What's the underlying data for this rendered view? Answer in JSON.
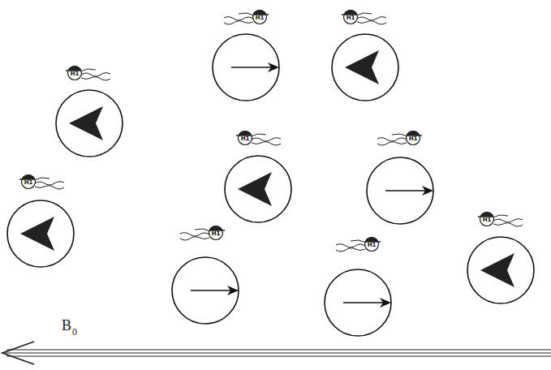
{
  "diagram": {
    "labels": [
      "H1",
      "H1",
      "H1",
      "H1",
      "H1",
      "H1",
      "H1",
      "H1",
      "H1",
      "B",
      "0"
    ]
  }
}
